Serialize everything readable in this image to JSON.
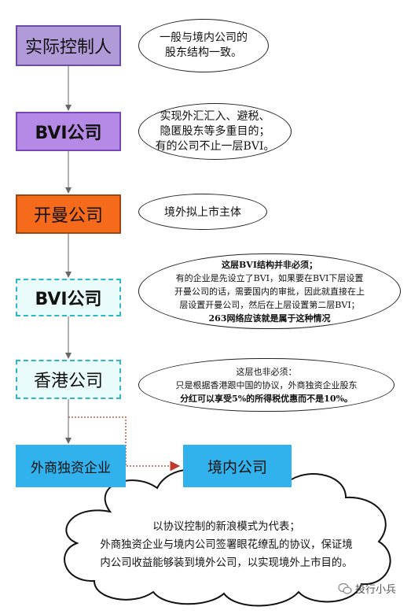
{
  "boxes": {
    "controller": "实际控制人",
    "bvi_1": "BVI公司",
    "cayman": "开曼公司",
    "bvi_2": "BVI公司",
    "hongkong": "香港公司",
    "wfoe": "外商独资企业",
    "domestic": "境内公司"
  },
  "notes": {
    "n1": [
      "一般与境内公司的",
      "股东结构一致。"
    ],
    "n2": [
      "实现外汇汇入、避税、",
      "隐匿股东等多重目的；",
      "有的公司不止一层BVI。"
    ],
    "n3": [
      "境外拟上市主体"
    ],
    "n4": [
      "这层BVI结构并非必须；",
      "有的企业是先设立了BVI，如果要在BVI下层设置",
      "开曼公司的话，需要国内的审批，因此就直接在上",
      "层设置开曼公司，然后在上层设置第二层BVI；",
      "263网络应该就是属于这种情况"
    ],
    "n5": [
      "这层也非必须：",
      "只是根据香港跟中国的协议，外商独资企业股东",
      "分红可以享受5%的所得税优惠而不是10%。"
    ]
  },
  "cloud": [
    "以协议控制的新浪模式为代表；",
    "外商独资企业与境内公司签署眼花缭乱的协议，保证境",
    "内公司收益能够装到境外公司，以实现境外上市目的。"
  ],
  "watermark": "投行小兵",
  "colors": {
    "box1": "#b19ad8",
    "box2": "#b58ae6",
    "box3": "#f66a1c",
    "dashed_box": "#e9fbfb",
    "dashed_border": "#2fb7c4",
    "blue_box": "#32b2ec",
    "arrow_red": "#c0392b"
  }
}
